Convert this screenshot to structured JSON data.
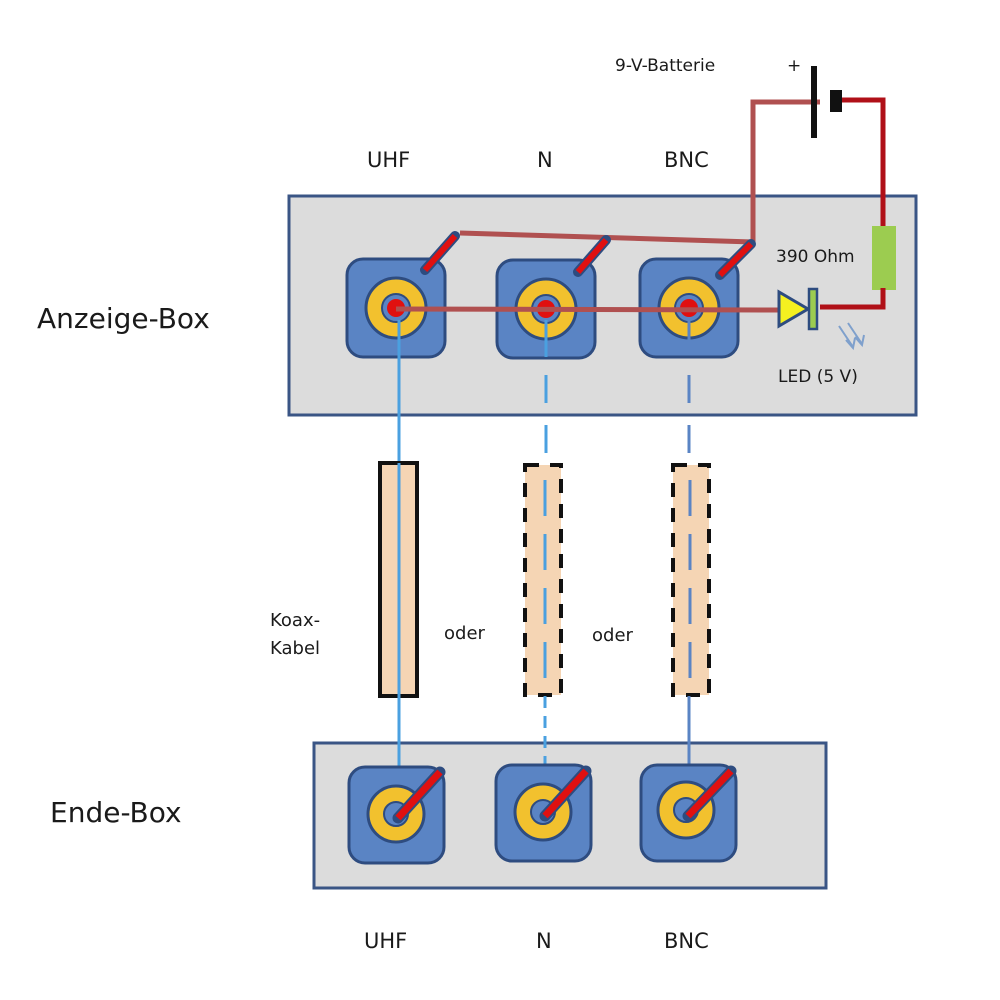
{
  "labels": {
    "battery": "9-V-Batterie",
    "battery_plus": "+",
    "resistor": "390  Ohm",
    "led": "LED (5 V)",
    "display_box": "Anzeige-Box",
    "end_box": "Ende-Box",
    "cable_line1": "Koax-",
    "cable_line2": "Kabel",
    "or_1": "oder",
    "or_2": "oder"
  },
  "connectors_top": [
    "UHF",
    "N",
    "BNC"
  ],
  "connectors_bottom": [
    "UHF",
    "N",
    "BNC"
  ],
  "colors": {
    "wire_dark": "#b01018",
    "wire_light": "#b05050",
    "box_fill": "#dcdcdc",
    "box_border": "#3a5585",
    "socket_fill": "#5a84c4",
    "socket_border": "#2e4c80",
    "ring": "#f2c12e",
    "pin": "#e01010",
    "coax_fill": "#f5d5b4",
    "inner_wire": "#4aa0e0",
    "resistor": "#9ccc50",
    "led_fill": "#f5f020"
  }
}
